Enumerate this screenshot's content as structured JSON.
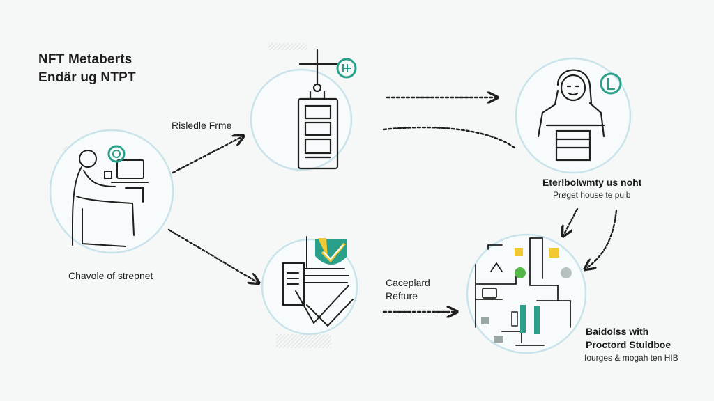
{
  "title": {
    "line1": "NFT Metaberts",
    "line2": "Endär ug NTPT"
  },
  "labels": {
    "risledle": "Risledle Frme",
    "chavole": "Chavole of strepnet",
    "caceplard_line1": "Caceplard",
    "caceplard_line2": "Refture",
    "eterl_title": "Eterlbolwmty us noht",
    "eterl_sub": "Prøget house te pulb",
    "baidolss_line1": "Baidolss with",
    "baidolss_line2": "Proctord Stuldboe",
    "baidolss_sub": "Iourges & mogah ten HIB"
  },
  "colors": {
    "ink": "#1f1f1f",
    "circle": "#c9e3ea",
    "teal": "#2aa08a",
    "yellow": "#f2c833",
    "green": "#56b847",
    "hatch": "#cfd8d6"
  },
  "icons": [
    "person-at-laptop-icon",
    "cabinet-icon",
    "person-icon",
    "document-stack-icon",
    "dashboard-icon",
    "globe-badge-icon"
  ]
}
